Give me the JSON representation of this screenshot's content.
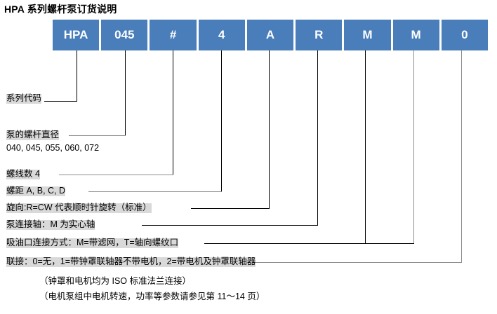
{
  "title": "HPA 系列螺杆泵订货说明",
  "code_boxes": [
    {
      "value": "HPA"
    },
    {
      "value": "045"
    },
    {
      "value": "#"
    },
    {
      "value": "4"
    },
    {
      "value": "A"
    },
    {
      "value": "R"
    },
    {
      "value": "M"
    },
    {
      "value": "M"
    },
    {
      "value": "0"
    }
  ],
  "labels": {
    "series_code": "系列代码",
    "screw_diameter": "泵的螺杆直径",
    "screw_diameter_values": "040, 045, 055, 060, 072",
    "thread_count": "螺线数 4",
    "pitch": "螺距 A, B, C, D",
    "rotation": "旋向:R=CW 代表顺时针旋转（标准）",
    "shaft": "泵连接轴：M 为实心轴",
    "suction_port": "吸油口连接方式：M=带滤网，T=轴向螺纹口",
    "coupling": "联接：0=无，1=带钟罩联轴器不带电机，2=带电机及钟罩联轴器"
  },
  "notes": [
    "（钟罩和电机均为 ISO 标准法兰连接）",
    "（电机泵组中电机转速，功率等参数请参见第 11～14 页）"
  ],
  "colors": {
    "box_blue": "#4a7ebb",
    "highlight_gray": "#d9d9d9",
    "leader_black": "#000000",
    "leader_gray": "#8d8d8d"
  }
}
